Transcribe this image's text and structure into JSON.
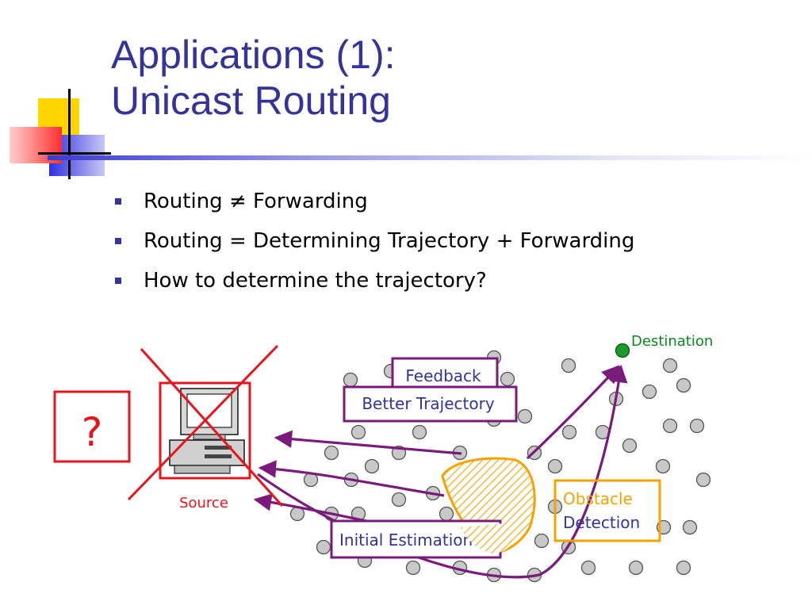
{
  "slide": {
    "title_line1": "Applications (1):",
    "title_line2": "Unicast Routing",
    "bullets": [
      "Routing ≠ Forwarding",
      "Routing = Determining Trajectory + Forwarding",
      "How to determine the trajectory?"
    ]
  },
  "diagram": {
    "question_mark": "?",
    "source_label": "Source",
    "destination_label": "Destination",
    "feedback_label": "Feedback",
    "better_trajectory_label": "Better Trajectory",
    "obstacle_line1": "Obstacle",
    "obstacle_line2": "Detection",
    "initial_estimation_label": "Initial Estimation",
    "colors": {
      "red": "#e8141c",
      "purple": "#7a1a7a",
      "orange": "#f5a300",
      "green": "#0a8a1a",
      "node_gray": "#c8c8c8",
      "title_blue": "#333399"
    }
  }
}
